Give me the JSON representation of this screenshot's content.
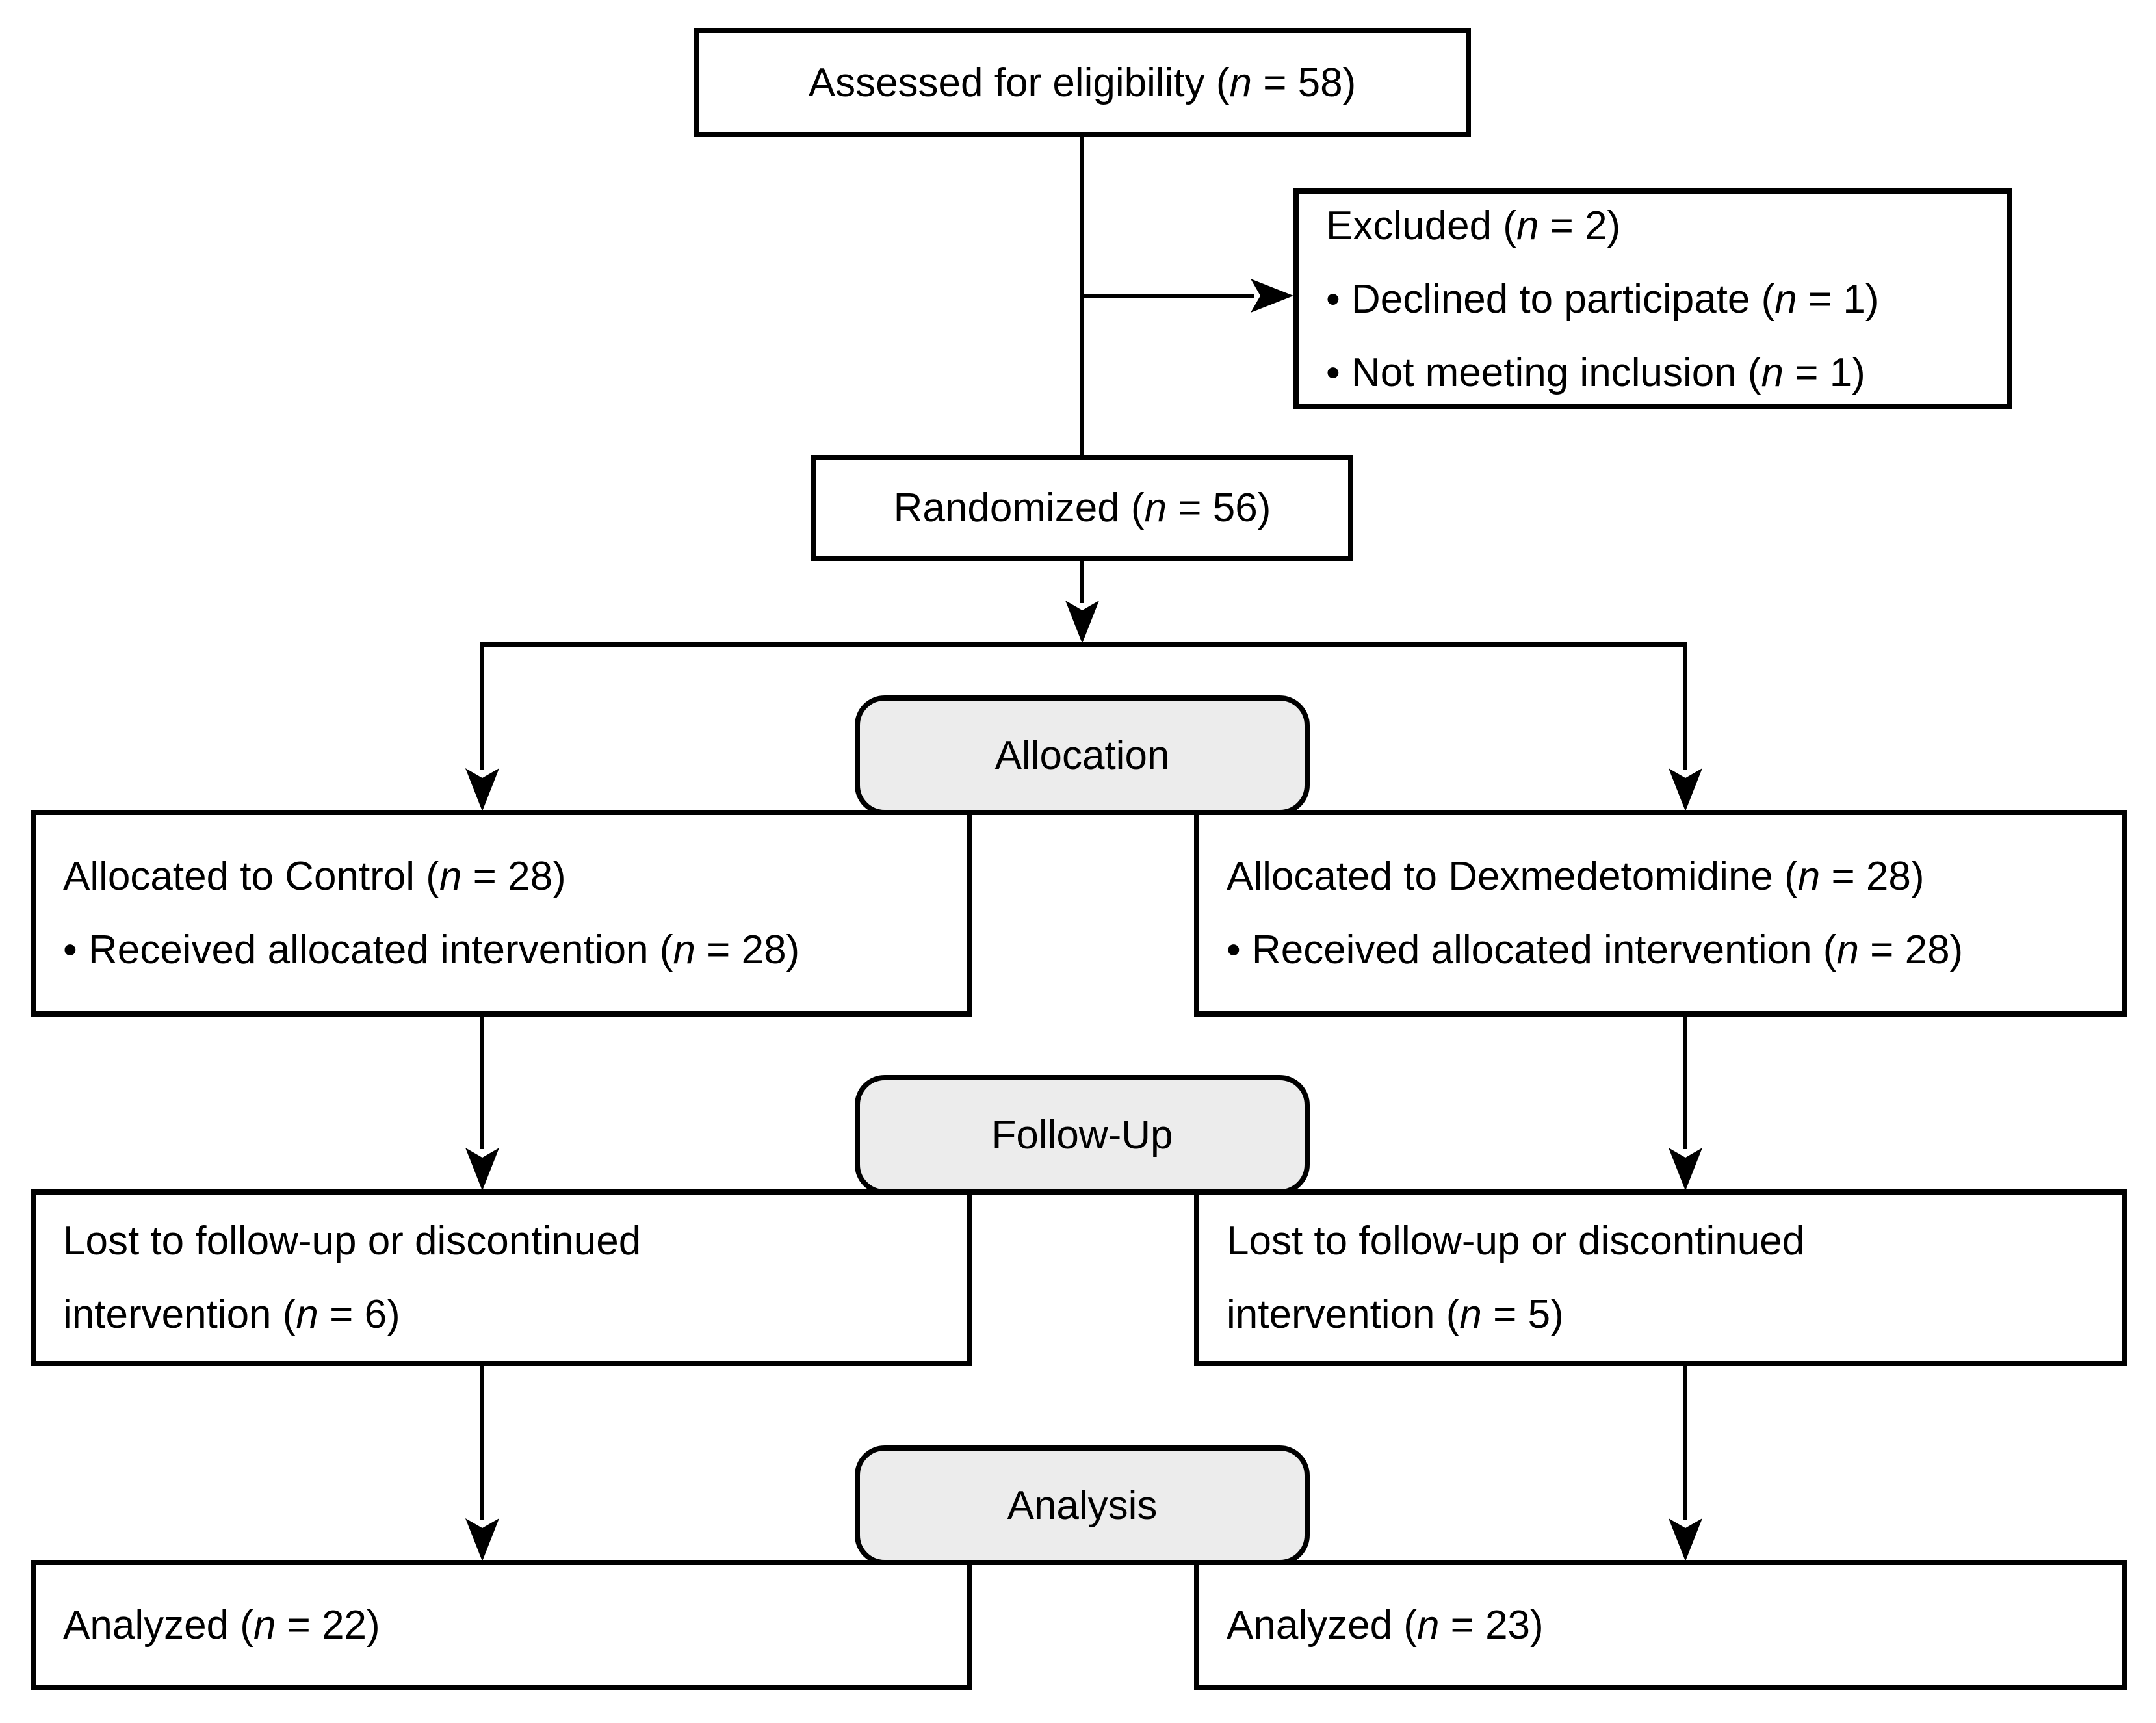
{
  "figure": {
    "colors": {
      "background": "#ffffff",
      "line": "#000000",
      "stage_fill": "#ececec"
    }
  },
  "boxes": {
    "assessed": {
      "pre": "Assessed for eligibility (",
      "var": "n",
      "post": " = 58)"
    },
    "excluded": {
      "title": {
        "pre": "Excluded (",
        "var": "n",
        "post": " = 2)"
      },
      "items": [
        {
          "pre": "• Declined to participate (",
          "var": "n",
          "post": " = 1)"
        },
        {
          "pre": "• Not meeting inclusion (",
          "var": "n",
          "post": " = 1)"
        }
      ]
    },
    "randomized": {
      "pre": "Randomized (",
      "var": "n",
      "post": " = 56)"
    },
    "allocated_control": {
      "lines": [
        {
          "pre": "Allocated to Control (",
          "var": "n",
          "post": " = 28)"
        },
        {
          "pre": "• Received allocated intervention (",
          "var": "n",
          "post": " = 28)"
        }
      ]
    },
    "allocated_dexmedetomidine": {
      "lines": [
        {
          "pre": "Allocated to Dexmedetomidine (",
          "var": "n",
          "post": " = 28)"
        },
        {
          "pre": "• Received allocated intervention (",
          "var": "n",
          "post": " = 28)"
        }
      ]
    },
    "followup_control": {
      "lines": [
        {
          "pre": "Lost to follow-up or discontinued",
          "var": "",
          "post": ""
        },
        {
          "pre": "intervention (",
          "var": "n",
          "post": " = 6)"
        }
      ]
    },
    "followup_dexmedetomidine": {
      "lines": [
        {
          "pre": "Lost to follow-up or discontinued",
          "var": "",
          "post": ""
        },
        {
          "pre": "intervention (",
          "var": "n",
          "post": " = 5)"
        }
      ]
    },
    "analyzed_control": {
      "pre": "Analyzed (",
      "var": "n",
      "post": " = 22)"
    },
    "analyzed_dexmedetomidine": {
      "pre": "Analyzed (",
      "var": "n",
      "post": " = 23)"
    }
  },
  "stages": {
    "allocation": "Allocation",
    "followup": "Follow-Up",
    "analysis": "Analysis"
  }
}
